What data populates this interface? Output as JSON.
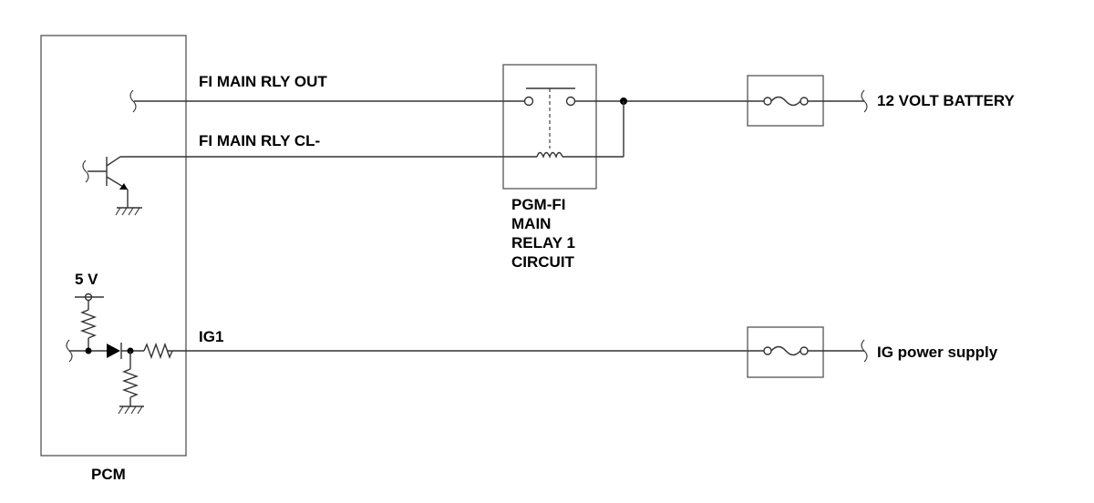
{
  "diagram": {
    "pcm_label": "PCM",
    "relay_label_lines": [
      "PGM-FI",
      "MAIN",
      "RELAY 1",
      "CIRCUIT"
    ],
    "wires": {
      "fi_main_rly_out": "FI MAIN RLY OUT",
      "fi_main_rly_cl": "FI MAIN RLY CL-",
      "ig1": "IG1"
    },
    "terminals": {
      "battery": "12 VOLT BATTERY",
      "ig_supply": "IG power supply"
    },
    "reference_voltage": "5 V"
  }
}
